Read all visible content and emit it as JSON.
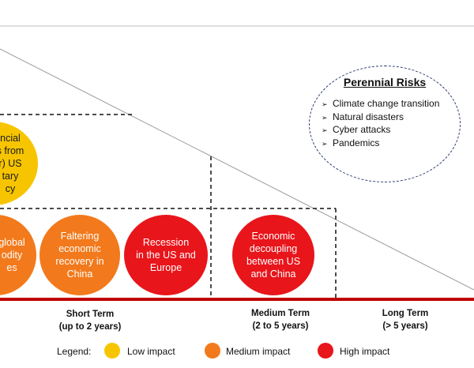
{
  "perennial": {
    "title": "Perennial Risks",
    "items": [
      "Climate change transition",
      "Natural disasters",
      "Cyber attacks",
      "Pandemics"
    ]
  },
  "circles": [
    {
      "text": "ncial\ns from\nr) US\ntary\ncy",
      "impact": "low"
    },
    {
      "text": "global\nodity\nes",
      "impact": "medium"
    },
    {
      "text": "Faltering\neconomic\nrecovery in\nChina",
      "impact": "medium"
    },
    {
      "text": "Recession\nin the US and\nEurope",
      "impact": "high"
    },
    {
      "text": "Economic\ndecoupling\nbetween US\nand China",
      "impact": "high"
    }
  ],
  "terms": {
    "short": "Short Term\n(up to 2 years)",
    "medium": "Medium Term\n(2 to 5 years)",
    "long": "Long Term\n(> 5 years)"
  },
  "legend": {
    "title": "Legend:",
    "low": "Low impact",
    "medium": "Medium impact",
    "high": "High impact"
  },
  "colors": {
    "low": "#F6C500",
    "medium": "#F27A1C",
    "high": "#E8151B",
    "axis": "#C00000"
  }
}
